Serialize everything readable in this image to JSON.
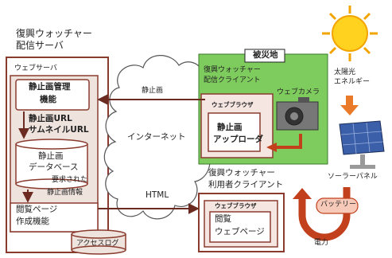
{
  "server": {
    "title_line1": "復興ウォッチャー",
    "title_line2": "配信サーバ",
    "web_server": "ウェブサーバ",
    "mgmt_line1": "静止画管理",
    "mgmt_line2": "機能",
    "url_line1": "静止画URL",
    "url_line2": "サムネイルURL",
    "db_line1": "静止画",
    "db_line2": "データベース",
    "req_line1": "要求された",
    "req_line2": "静止画情報",
    "browse_line1": "閲覧ページ",
    "browse_line2": "作成機能",
    "log": "アクセスログ"
  },
  "internet": {
    "label": "インターネット",
    "still_image": "静止画",
    "html": "HTML"
  },
  "disaster": {
    "area_label": "被災地",
    "client_line1": "復興ウォッチャー",
    "client_line2": "配信クライアント",
    "browser": "ウェブブラウザ",
    "uploader_line1": "静止画",
    "uploader_line2": "アップローダ",
    "camera": "ウェブカメラ"
  },
  "energy": {
    "solar_line1": "太陽光",
    "solar_line2": "エネルギー",
    "panel": "ソーラーパネル",
    "battery": "バッテリー",
    "power": "電力"
  },
  "user": {
    "title_line1": "復興ウォッチャー",
    "title_line2": "利用者クライアント",
    "browser": "ウェブブラウザ",
    "view_line1": "閲覧",
    "view_line2": "ウェブページ"
  }
}
